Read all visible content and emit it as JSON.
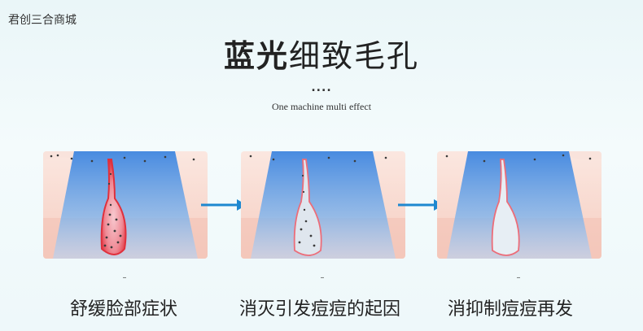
{
  "store_name": "君创三合商城",
  "title": {
    "bold": "蓝光",
    "regular": "细致毛孔"
  },
  "dots": "....",
  "subtitle": "One machine multi effect",
  "dash": "–",
  "steps": [
    {
      "caption": "舒缓脸部症状"
    },
    {
      "caption": "消灭引发痘痘的起因"
    },
    {
      "caption": "消抑制痘痘再发"
    }
  ],
  "colors": {
    "blue_light": "#5aa0e8",
    "skin": "#f6cfc4",
    "inflammation": "#e8404a",
    "arrow": "#1e88d0"
  },
  "icons": [
    "arrow-right-icon",
    "arrow-right-icon"
  ]
}
